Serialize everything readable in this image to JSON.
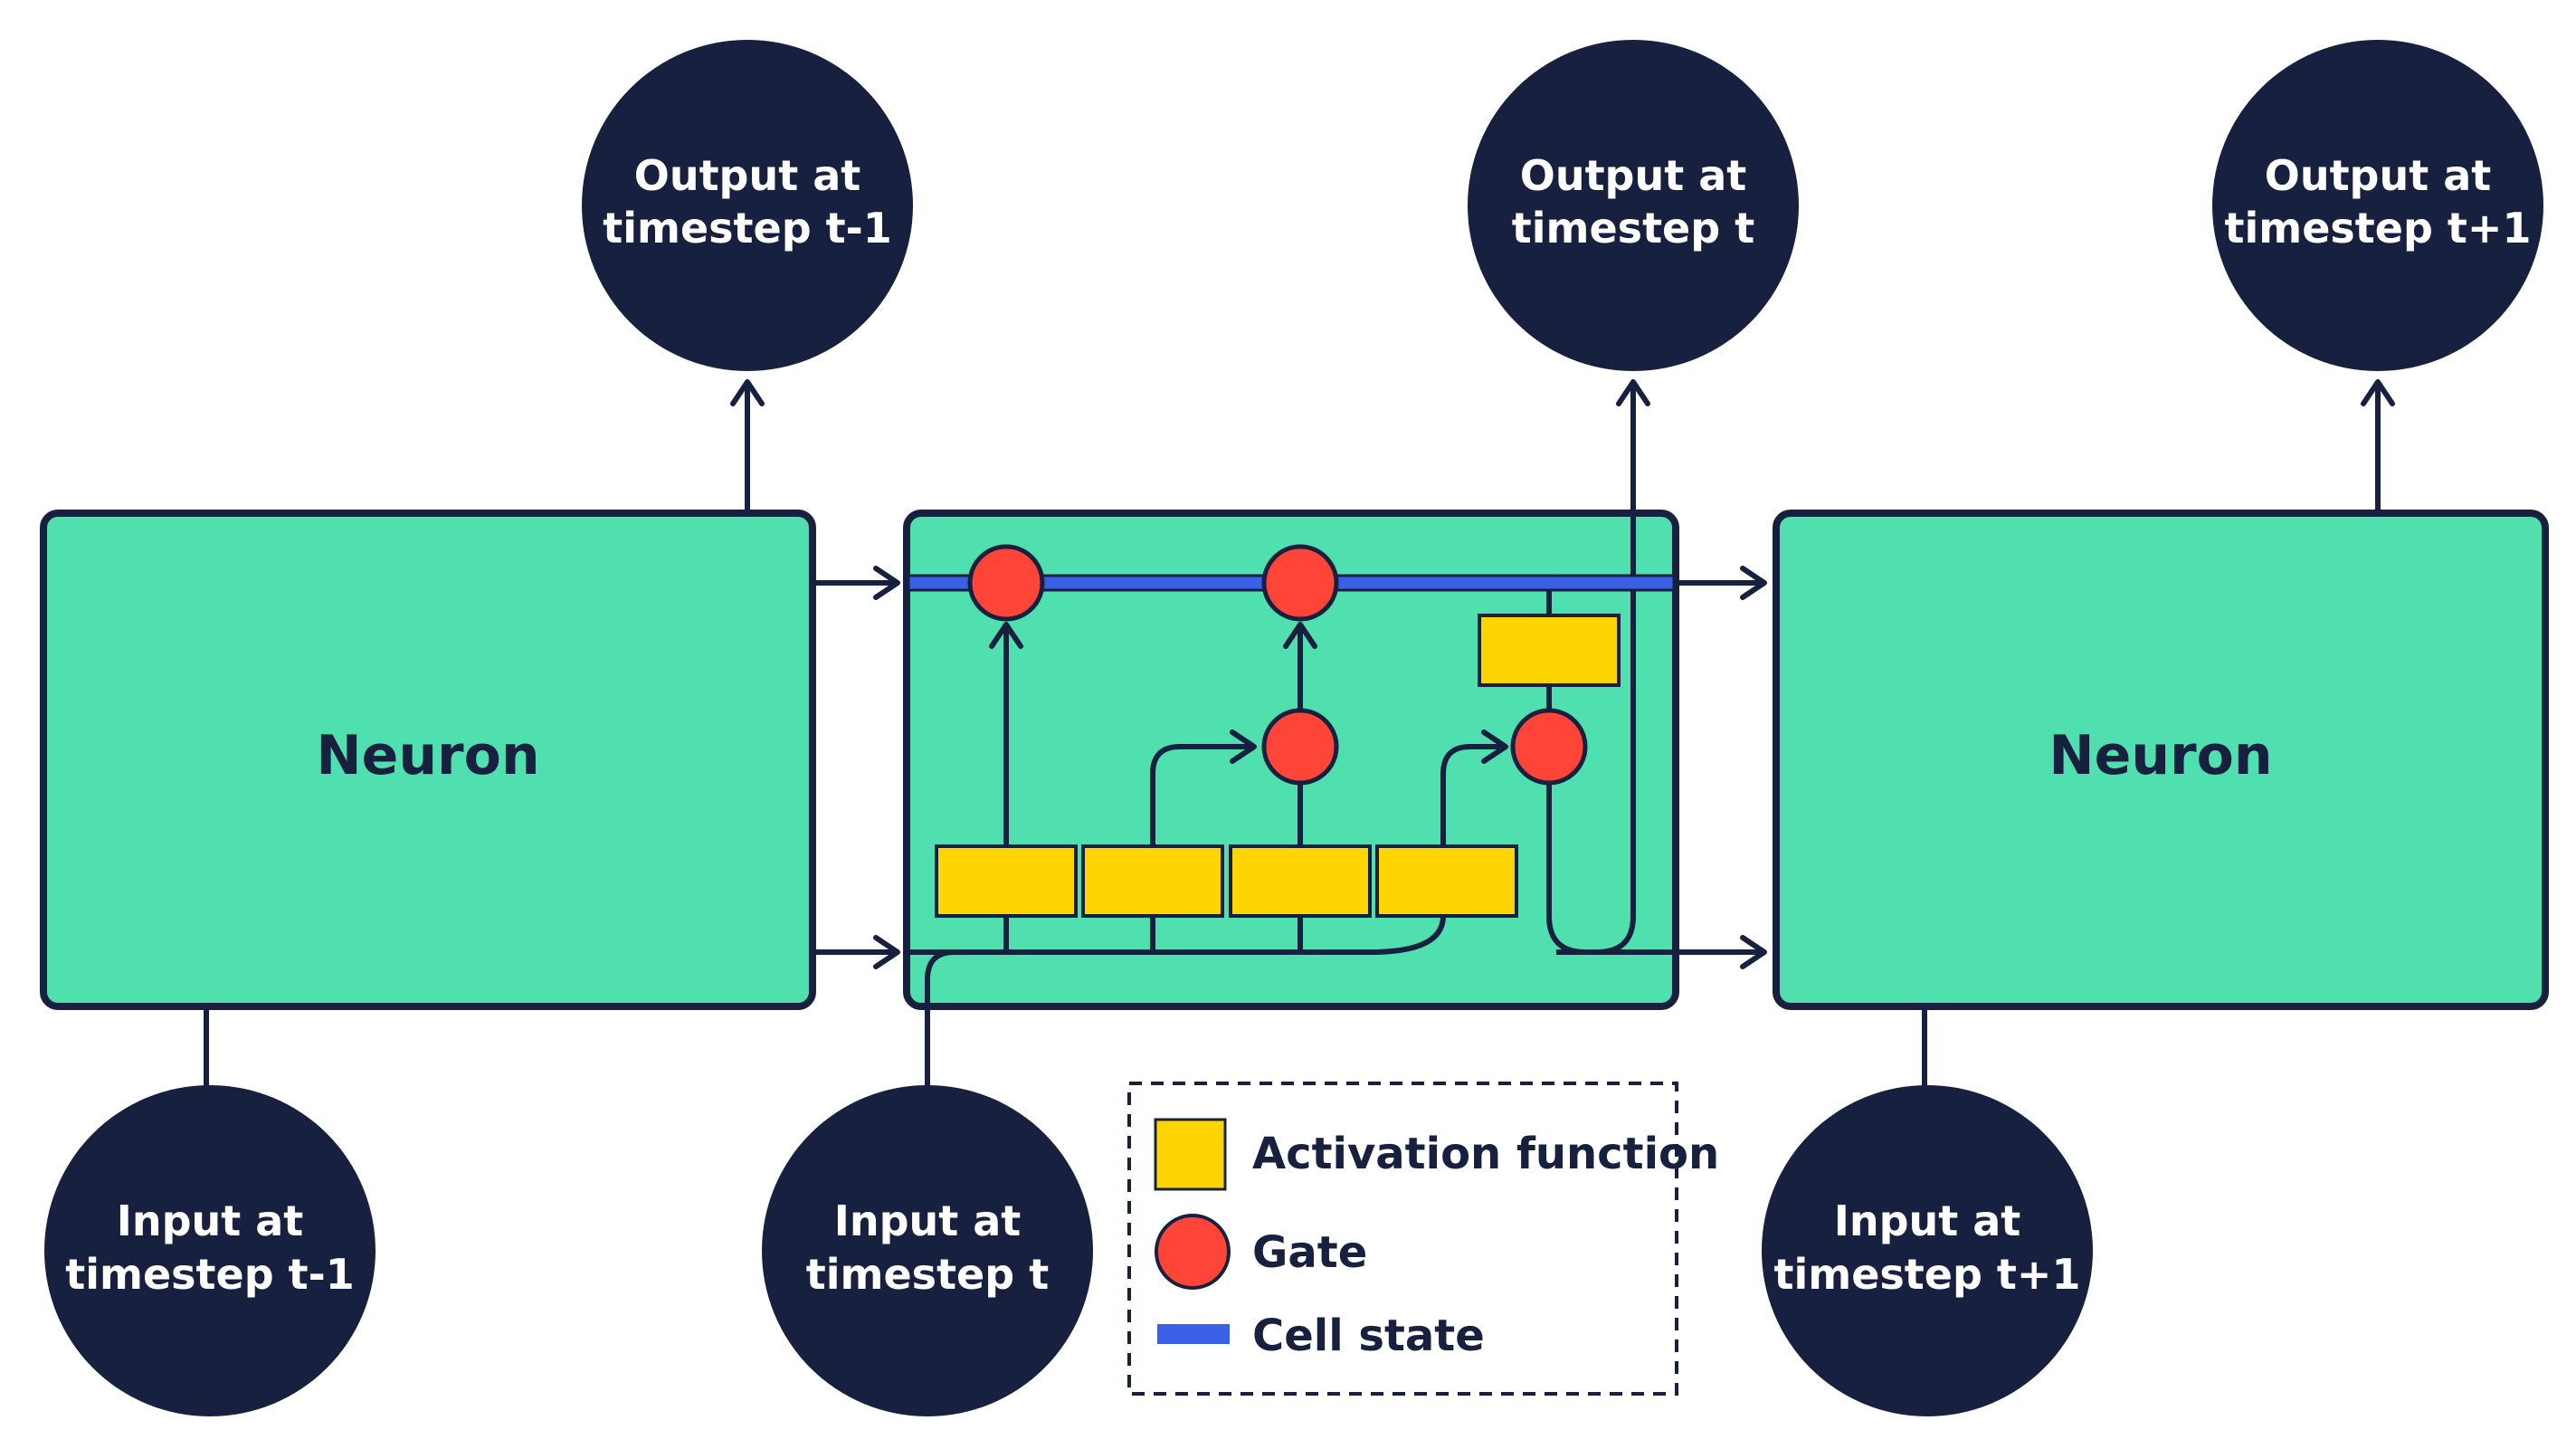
{
  "colors": {
    "dark_navy": "#17203e",
    "neuron_green": "#50e0af",
    "activation_yellow": "#ffd500",
    "gate_red": "#ff4438",
    "cell_state_blue": "#3a60e8"
  },
  "outputs": {
    "prev": {
      "line1": "Output at",
      "line2": "timestep t-1"
    },
    "curr": {
      "line1": "Output at",
      "line2": "timestep t"
    },
    "next": {
      "line1": "Output at",
      "line2": "timestep t+1"
    }
  },
  "inputs": {
    "prev": {
      "line1": "Input at",
      "line2": "timestep t-1"
    },
    "curr": {
      "line1": "Input at",
      "line2": "timestep t"
    },
    "next": {
      "line1": "Input at",
      "line2": "timestep t+1"
    }
  },
  "neurons": {
    "left": "Neuron",
    "right": "Neuron"
  },
  "legend": {
    "activation": "Activation function",
    "gate": "Gate",
    "cell_state": "Cell state"
  }
}
